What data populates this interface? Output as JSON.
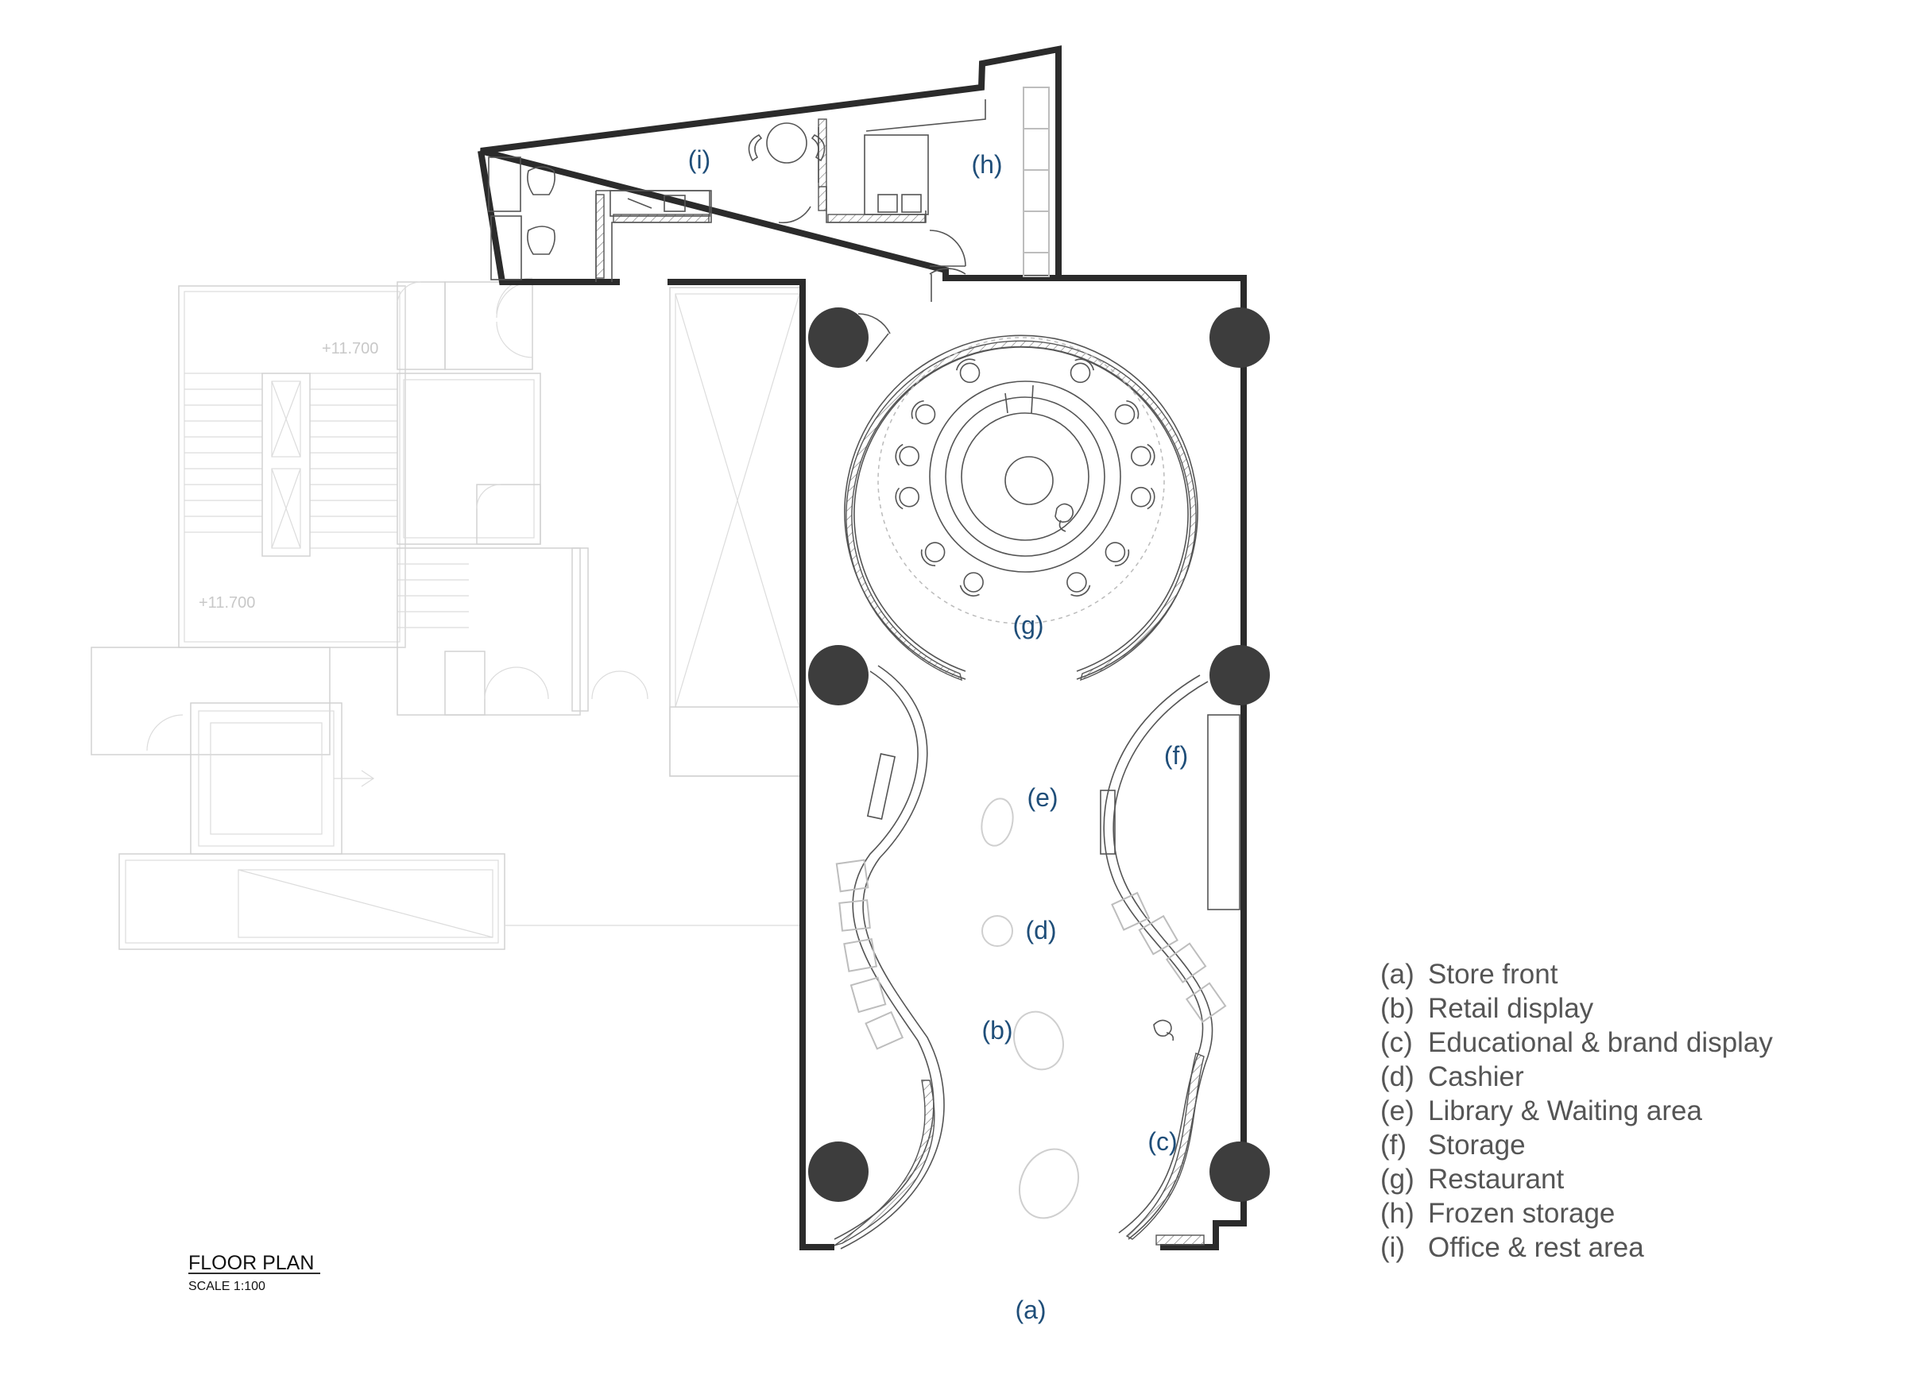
{
  "zones": {
    "a": "(a)",
    "b": "(b)",
    "c": "(c)",
    "d": "(d)",
    "e": "(e)",
    "f": "(f)",
    "g": "(g)",
    "h": "(h)",
    "i": "(i)"
  },
  "legend": [
    {
      "code": "(a)",
      "name": "Store front"
    },
    {
      "code": "(b)",
      "name": "Retail display"
    },
    {
      "code": "(c)",
      "name": "Educational & brand display"
    },
    {
      "code": "(d)",
      "name": "Cashier"
    },
    {
      "code": "(e)",
      "name": "Library & Waiting area"
    },
    {
      "code": "(f)",
      "name": "Storage"
    },
    {
      "code": "(g)",
      "name": "Restaurant"
    },
    {
      "code": "(h)",
      "name": "Frozen storage"
    },
    {
      "code": "(i)",
      "name": "Office & rest area"
    }
  ],
  "title": {
    "heading": "FLOOR PLAN",
    "scale": "SCALE 1:100"
  },
  "elevations": [
    "+11.700",
    "+11.700"
  ],
  "colors": {
    "zone_label": "#1f4e79",
    "legend_text": "#555555",
    "wall": "#2b2b2b",
    "column": "#3d3d3d"
  }
}
